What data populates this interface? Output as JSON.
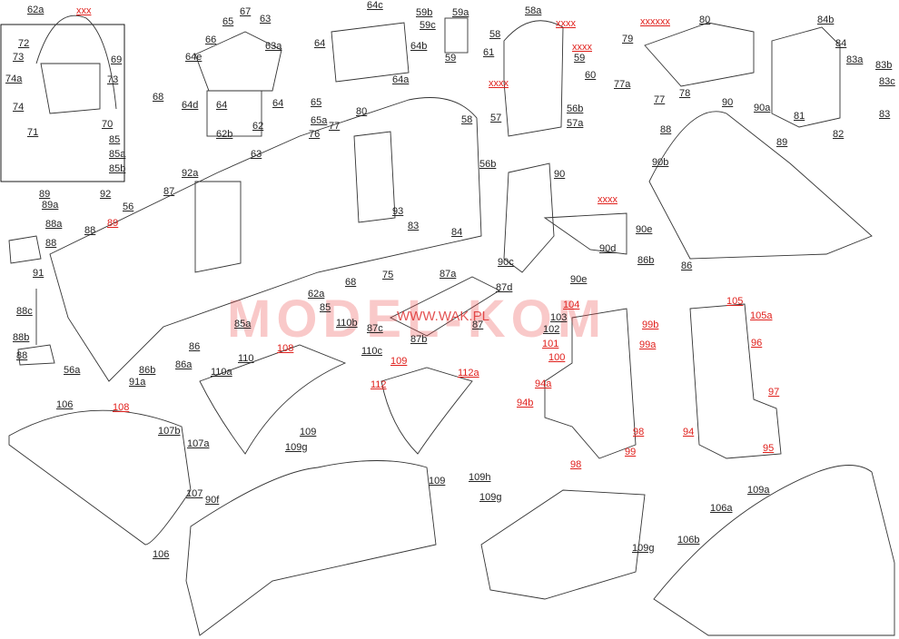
{
  "watermark": {
    "brand": "MODEL-KOM",
    "url": "WWW.WAK.PL",
    "color": "#e0201c"
  },
  "labels": [
    {
      "t": "62a",
      "c": "k"
    },
    {
      "t": "xxx",
      "c": "r"
    },
    {
      "t": "72",
      "c": "k"
    },
    {
      "t": "73",
      "c": "k"
    },
    {
      "t": "74a",
      "c": "k"
    },
    {
      "t": "74",
      "c": "k"
    },
    {
      "t": "71",
      "c": "k"
    },
    {
      "t": "69",
      "c": "k"
    },
    {
      "t": "73",
      "c": "k"
    },
    {
      "t": "68",
      "c": "k"
    },
    {
      "t": "70",
      "c": "k"
    },
    {
      "t": "85",
      "c": "k"
    },
    {
      "t": "85a",
      "c": "k"
    },
    {
      "t": "85b",
      "c": "k"
    },
    {
      "t": "67",
      "c": "k"
    },
    {
      "t": "65",
      "c": "k"
    },
    {
      "t": "66",
      "c": "k"
    },
    {
      "t": "63",
      "c": "k"
    },
    {
      "t": "63a",
      "c": "k"
    },
    {
      "t": "64e",
      "c": "k"
    },
    {
      "t": "64",
      "c": "k"
    },
    {
      "t": "64d",
      "c": "k"
    },
    {
      "t": "64",
      "c": "k"
    },
    {
      "t": "62",
      "c": "k"
    },
    {
      "t": "62b",
      "c": "k"
    },
    {
      "t": "64c",
      "c": "k"
    },
    {
      "t": "64",
      "c": "k"
    },
    {
      "t": "64b",
      "c": "k"
    },
    {
      "t": "64a",
      "c": "k"
    },
    {
      "t": "59b",
      "c": "k"
    },
    {
      "t": "59c",
      "c": "k"
    },
    {
      "t": "59a",
      "c": "k"
    },
    {
      "t": "59",
      "c": "k"
    },
    {
      "t": "58a",
      "c": "k"
    },
    {
      "t": "xxxx",
      "c": "r"
    },
    {
      "t": "58",
      "c": "k"
    },
    {
      "t": "xxxx",
      "c": "r"
    },
    {
      "t": "61",
      "c": "k"
    },
    {
      "t": "59",
      "c": "k"
    },
    {
      "t": "60",
      "c": "k"
    },
    {
      "t": "xxxx",
      "c": "r"
    },
    {
      "t": "56b",
      "c": "k"
    },
    {
      "t": "57",
      "c": "k"
    },
    {
      "t": "57a",
      "c": "k"
    },
    {
      "t": "xxxxxx",
      "c": "r"
    },
    {
      "t": "80",
      "c": "k"
    },
    {
      "t": "79",
      "c": "k"
    },
    {
      "t": "77a",
      "c": "k"
    },
    {
      "t": "77",
      "c": "k"
    },
    {
      "t": "78",
      "c": "k"
    },
    {
      "t": "84b",
      "c": "k"
    },
    {
      "t": "84",
      "c": "k"
    },
    {
      "t": "83a",
      "c": "k"
    },
    {
      "t": "83b",
      "c": "k"
    },
    {
      "t": "83c",
      "c": "k"
    },
    {
      "t": "81",
      "c": "k"
    },
    {
      "t": "82",
      "c": "k"
    },
    {
      "t": "83",
      "c": "k"
    },
    {
      "t": "90",
      "c": "k"
    },
    {
      "t": "90a",
      "c": "k"
    },
    {
      "t": "88",
      "c": "k"
    },
    {
      "t": "89",
      "c": "k"
    },
    {
      "t": "90b",
      "c": "k"
    },
    {
      "t": "86b",
      "c": "k"
    },
    {
      "t": "86",
      "c": "k"
    },
    {
      "t": "65",
      "c": "k"
    },
    {
      "t": "65a",
      "c": "k"
    },
    {
      "t": "80",
      "c": "k"
    },
    {
      "t": "77",
      "c": "k"
    },
    {
      "t": "76",
      "c": "k"
    },
    {
      "t": "58",
      "c": "k"
    },
    {
      "t": "56b",
      "c": "k"
    },
    {
      "t": "63",
      "c": "k"
    },
    {
      "t": "92a",
      "c": "k"
    },
    {
      "t": "87",
      "c": "k"
    },
    {
      "t": "92",
      "c": "k"
    },
    {
      "t": "89",
      "c": "r"
    },
    {
      "t": "56",
      "c": "k"
    },
    {
      "t": "89",
      "c": "k"
    },
    {
      "t": "89a",
      "c": "k"
    },
    {
      "t": "88a",
      "c": "k"
    },
    {
      "t": "88",
      "c": "k"
    },
    {
      "t": "88",
      "c": "k"
    },
    {
      "t": "91",
      "c": "k"
    },
    {
      "t": "93",
      "c": "k"
    },
    {
      "t": "83",
      "c": "k"
    },
    {
      "t": "84",
      "c": "k"
    },
    {
      "t": "75",
      "c": "k"
    },
    {
      "t": "68",
      "c": "k"
    },
    {
      "t": "62a",
      "c": "k"
    },
    {
      "t": "85",
      "c": "k"
    },
    {
      "t": "85a",
      "c": "k"
    },
    {
      "t": "86",
      "c": "k"
    },
    {
      "t": "86b",
      "c": "k"
    },
    {
      "t": "86a",
      "c": "k"
    },
    {
      "t": "91a",
      "c": "k"
    },
    {
      "t": "56a",
      "c": "k"
    },
    {
      "t": "88c",
      "c": "k"
    },
    {
      "t": "88b",
      "c": "k"
    },
    {
      "t": "88",
      "c": "k"
    },
    {
      "t": "90",
      "c": "k"
    },
    {
      "t": "xxxx",
      "c": "r"
    },
    {
      "t": "90e",
      "c": "k"
    },
    {
      "t": "90d",
      "c": "k"
    },
    {
      "t": "90c",
      "c": "k"
    },
    {
      "t": "90e",
      "c": "k"
    },
    {
      "t": "87a",
      "c": "k"
    },
    {
      "t": "87d",
      "c": "k"
    },
    {
      "t": "87c",
      "c": "k"
    },
    {
      "t": "87b",
      "c": "k"
    },
    {
      "t": "87",
      "c": "k"
    },
    {
      "t": "110b",
      "c": "k"
    },
    {
      "t": "110c",
      "c": "k"
    },
    {
      "t": "108",
      "c": "r"
    },
    {
      "t": "110",
      "c": "k"
    },
    {
      "t": "110a",
      "c": "k"
    },
    {
      "t": "109",
      "c": "k"
    },
    {
      "t": "109",
      "c": "r"
    },
    {
      "t": "112",
      "c": "r"
    },
    {
      "t": "112a",
      "c": "r"
    },
    {
      "t": "104",
      "c": "r"
    },
    {
      "t": "103",
      "c": "k"
    },
    {
      "t": "102",
      "c": "k"
    },
    {
      "t": "101",
      "c": "r"
    },
    {
      "t": "100",
      "c": "r"
    },
    {
      "t": "99b",
      "c": "r"
    },
    {
      "t": "99a",
      "c": "r"
    },
    {
      "t": "94a",
      "c": "r"
    },
    {
      "t": "94b",
      "c": "r"
    },
    {
      "t": "98",
      "c": "r"
    },
    {
      "t": "99",
      "c": "r"
    },
    {
      "t": "98",
      "c": "r"
    },
    {
      "t": "105",
      "c": "r"
    },
    {
      "t": "105a",
      "c": "r"
    },
    {
      "t": "96",
      "c": "r"
    },
    {
      "t": "97",
      "c": "r"
    },
    {
      "t": "94",
      "c": "r"
    },
    {
      "t": "95",
      "c": "r"
    },
    {
      "t": "106",
      "c": "k"
    },
    {
      "t": "108",
      "c": "r"
    },
    {
      "t": "107b",
      "c": "k"
    },
    {
      "t": "107a",
      "c": "k"
    },
    {
      "t": "107",
      "c": "k"
    },
    {
      "t": "109g",
      "c": "k"
    },
    {
      "t": "109",
      "c": "k"
    },
    {
      "t": "90f",
      "c": "k"
    },
    {
      "t": "106",
      "c": "k"
    },
    {
      "t": "109h",
      "c": "k"
    },
    {
      "t": "109g",
      "c": "k"
    },
    {
      "t": "109g",
      "c": "k"
    },
    {
      "t": "109a",
      "c": "k"
    },
    {
      "t": "106a",
      "c": "k"
    },
    {
      "t": "106b",
      "c": "k"
    }
  ]
}
